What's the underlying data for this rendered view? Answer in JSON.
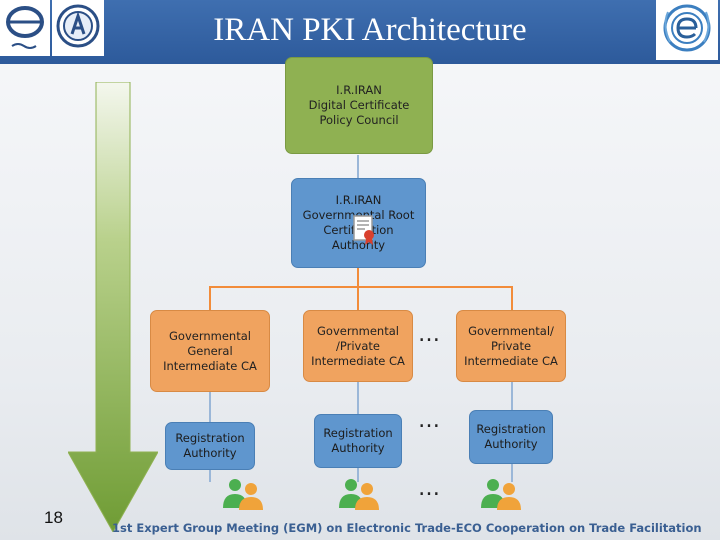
{
  "slide": {
    "title": "IRAN PKI Architecture",
    "page_number": "18",
    "footer": "1st Expert Group Meeting (EGM) on Electronic Trade-ECO Cooperation on Trade Facilitation"
  },
  "nodes": {
    "policy_council": [
      "I.R.IRAN",
      "Digital Certificate",
      "Policy Council"
    ],
    "root_ca": [
      "I.R.IRAN",
      "Governmental Root",
      "Certification",
      "Authority"
    ],
    "gov_general_ca": [
      "Governmental",
      "General",
      "Intermediate CA"
    ],
    "gov_private_ca_1": [
      "Governmental",
      "/Private",
      "Intermediate CA"
    ],
    "gov_private_ca_2": [
      "Governmental/",
      "Private",
      "Intermediate CA"
    ],
    "ra_1": [
      "Registration",
      "Authority"
    ],
    "ra_2": [
      "Registration",
      "Authority"
    ],
    "ra_3": [
      "Registration",
      "Authority"
    ]
  },
  "ellipsis": "…",
  "colors": {
    "header": "#2d5a9b",
    "policy_box": "#8fb152",
    "ca_box": "#5f96ce",
    "intermediate_box": "#f0a35f",
    "connector": "#f28c3a",
    "arrow": "#7aa63a"
  },
  "icons": [
    "left-logo-icon",
    "second-logo-icon",
    "eco-logo-icon",
    "certificate-icon",
    "users-icon",
    "down-arrow-icon"
  ]
}
